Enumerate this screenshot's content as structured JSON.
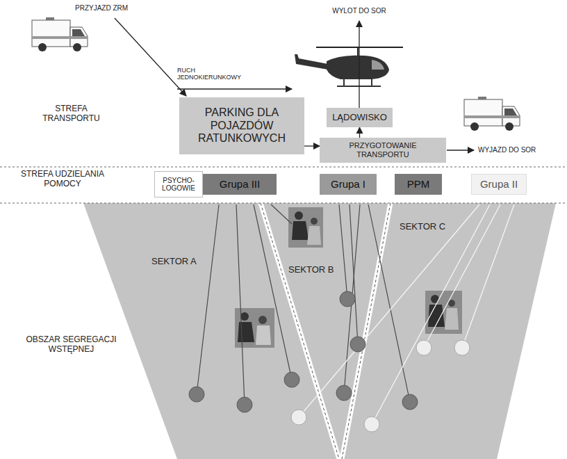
{
  "diagram": {
    "nodes": [
      {
        "text": [
          "PARKING DLA POJAZDÓW RATUNKOWYCH"
        ]
      },
      {
        "text": [
          "LĄDOWISKO"
        ]
      },
      {
        "text": [
          "PRZYGOTOWANIE TRANSPORTU"
        ]
      },
      {
        "text": [
          "PSYCHO- LOGOWIE"
        ]
      },
      {
        "text": [
          "Grupa III"
        ]
      },
      {
        "text": [
          "Grupa I"
        ]
      },
      {
        "text": [
          "PPM"
        ]
      },
      {
        "text": [
          "Grupa II"
        ]
      }
    ],
    "edges": [
      {
        "from": 0,
        "to": 2,
        "arrow": "to"
      },
      {
        "from": 2,
        "to": 1,
        "arrow": "to"
      }
    ],
    "labels": [
      "PRZYJAZD ZRM",
      "RUCH JEDNOKIERUNKOWY",
      "WYLOT DO SOR",
      "STREFA TRANSPORTU",
      "WYJAZD DO SOR",
      "STREFA UDZIELANIA POMOCY",
      "SEKTOR A",
      "SEKTOR B",
      "SEKTOR C",
      "OBSZAR SEGREGACJI WSTĘPNEJ"
    ]
  }
}
